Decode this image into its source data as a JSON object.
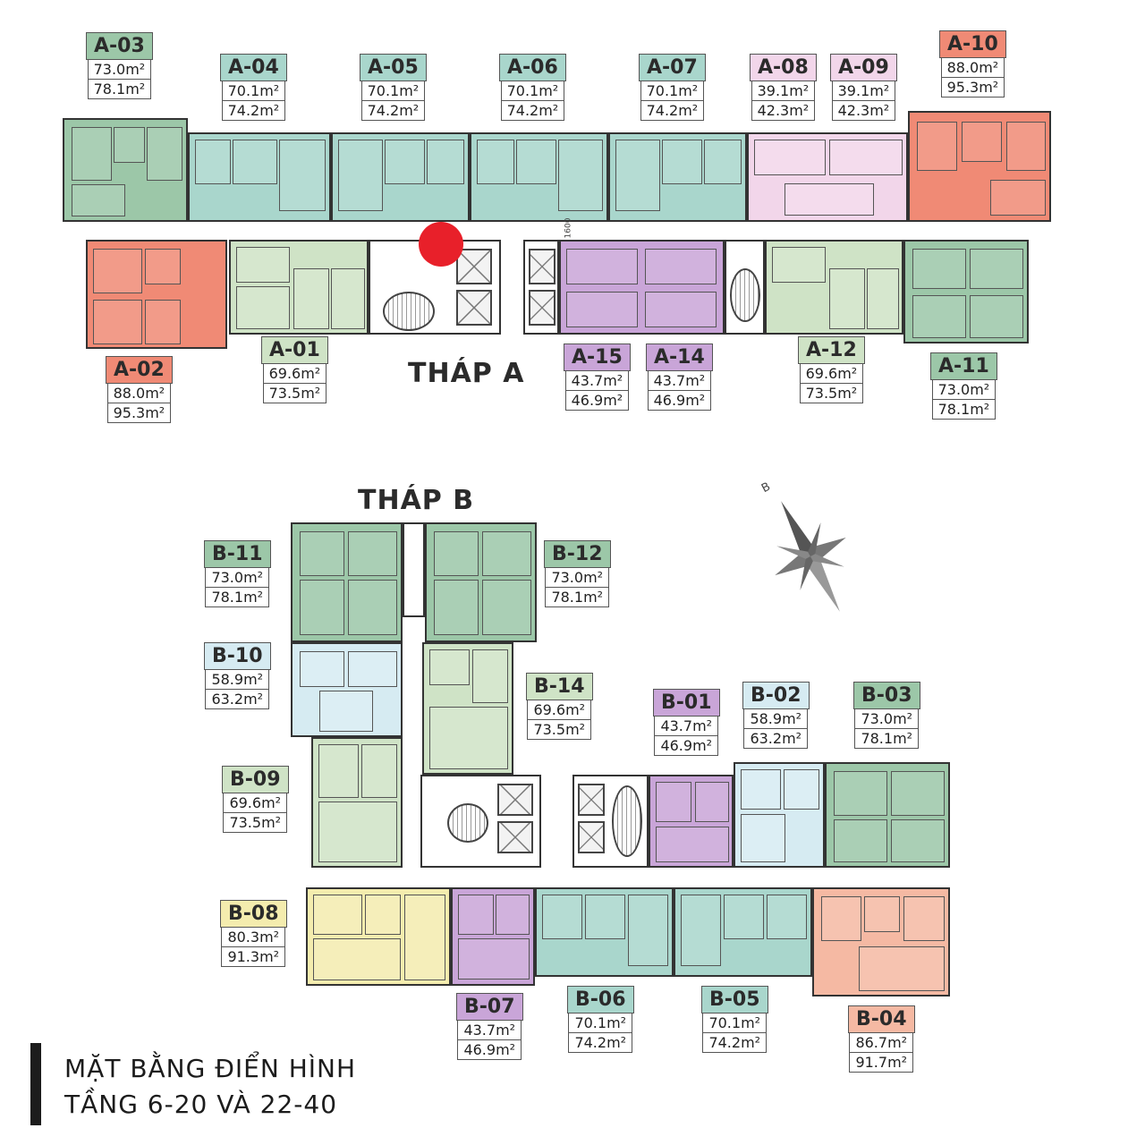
{
  "colors": {
    "teal": "#a9d6cc",
    "green_dark": "#9cc7a8",
    "green_light": "#cfe3c6",
    "coral": "#f08a75",
    "lilac": "#c9a5d8",
    "pink": "#f2d6ea",
    "light_blue": "#d6ebf2",
    "yellow": "#f4ecae",
    "peach": "#f5b9a3",
    "marker_red": "#e8202a"
  },
  "tower_a": {
    "name": "THÁP A",
    "units": [
      {
        "code": "A-03",
        "area1": "73.0m²",
        "area2": "78.1m²",
        "color": "green_dark"
      },
      {
        "code": "A-04",
        "area1": "70.1m²",
        "area2": "74.2m²",
        "color": "teal"
      },
      {
        "code": "A-05",
        "area1": "70.1m²",
        "area2": "74.2m²",
        "color": "teal"
      },
      {
        "code": "A-06",
        "area1": "70.1m²",
        "area2": "74.2m²",
        "color": "teal"
      },
      {
        "code": "A-07",
        "area1": "70.1m²",
        "area2": "74.2m²",
        "color": "teal"
      },
      {
        "code": "A-08",
        "area1": "39.1m²",
        "area2": "42.3m²",
        "color": "pink"
      },
      {
        "code": "A-09",
        "area1": "39.1m²",
        "area2": "42.3m²",
        "color": "pink"
      },
      {
        "code": "A-10",
        "area1": "88.0m²",
        "area2": "95.3m²",
        "color": "coral"
      },
      {
        "code": "A-02",
        "area1": "88.0m²",
        "area2": "95.3m²",
        "color": "coral"
      },
      {
        "code": "A-01",
        "area1": "69.6m²",
        "area2": "73.5m²",
        "color": "green_light"
      },
      {
        "code": "A-15",
        "area1": "43.7m²",
        "area2": "46.9m²",
        "color": "lilac"
      },
      {
        "code": "A-14",
        "area1": "43.7m²",
        "area2": "46.9m²",
        "color": "lilac"
      },
      {
        "code": "A-12",
        "area1": "69.6m²",
        "area2": "73.5m²",
        "color": "green_light"
      },
      {
        "code": "A-11",
        "area1": "73.0m²",
        "area2": "78.1m²",
        "color": "green_dark"
      }
    ]
  },
  "tower_b": {
    "name": "THÁP B",
    "units": [
      {
        "code": "B-11",
        "area1": "73.0m²",
        "area2": "78.1m²",
        "color": "green_dark"
      },
      {
        "code": "B-12",
        "area1": "73.0m²",
        "area2": "78.1m²",
        "color": "green_dark"
      },
      {
        "code": "B-10",
        "area1": "58.9m²",
        "area2": "63.2m²",
        "color": "light_blue"
      },
      {
        "code": "B-14",
        "area1": "69.6m²",
        "area2": "73.5m²",
        "color": "green_light"
      },
      {
        "code": "B-09",
        "area1": "69.6m²",
        "area2": "73.5m²",
        "color": "green_light"
      },
      {
        "code": "B-01",
        "area1": "43.7m²",
        "area2": "46.9m²",
        "color": "lilac"
      },
      {
        "code": "B-02",
        "area1": "58.9m²",
        "area2": "63.2m²",
        "color": "light_blue"
      },
      {
        "code": "B-03",
        "area1": "73.0m²",
        "area2": "78.1m²",
        "color": "green_dark"
      },
      {
        "code": "B-08",
        "area1": "80.3m²",
        "area2": "91.3m²",
        "color": "yellow"
      },
      {
        "code": "B-07",
        "area1": "43.7m²",
        "area2": "46.9m²",
        "color": "lilac"
      },
      {
        "code": "B-06",
        "area1": "70.1m²",
        "area2": "74.2m²",
        "color": "teal"
      },
      {
        "code": "B-05",
        "area1": "70.1m²",
        "area2": "74.2m²",
        "color": "teal"
      },
      {
        "code": "B-04",
        "area1": "86.7m²",
        "area2": "91.7m²",
        "color": "peach"
      }
    ]
  },
  "compass": {
    "label": "B",
    "icon": "compass-rose-icon"
  },
  "dimension_note": "1600",
  "title": {
    "line1": "MẶT BẰNG ĐIỂN HÌNH",
    "line2": "TẦNG 6-20 VÀ 22-40"
  }
}
